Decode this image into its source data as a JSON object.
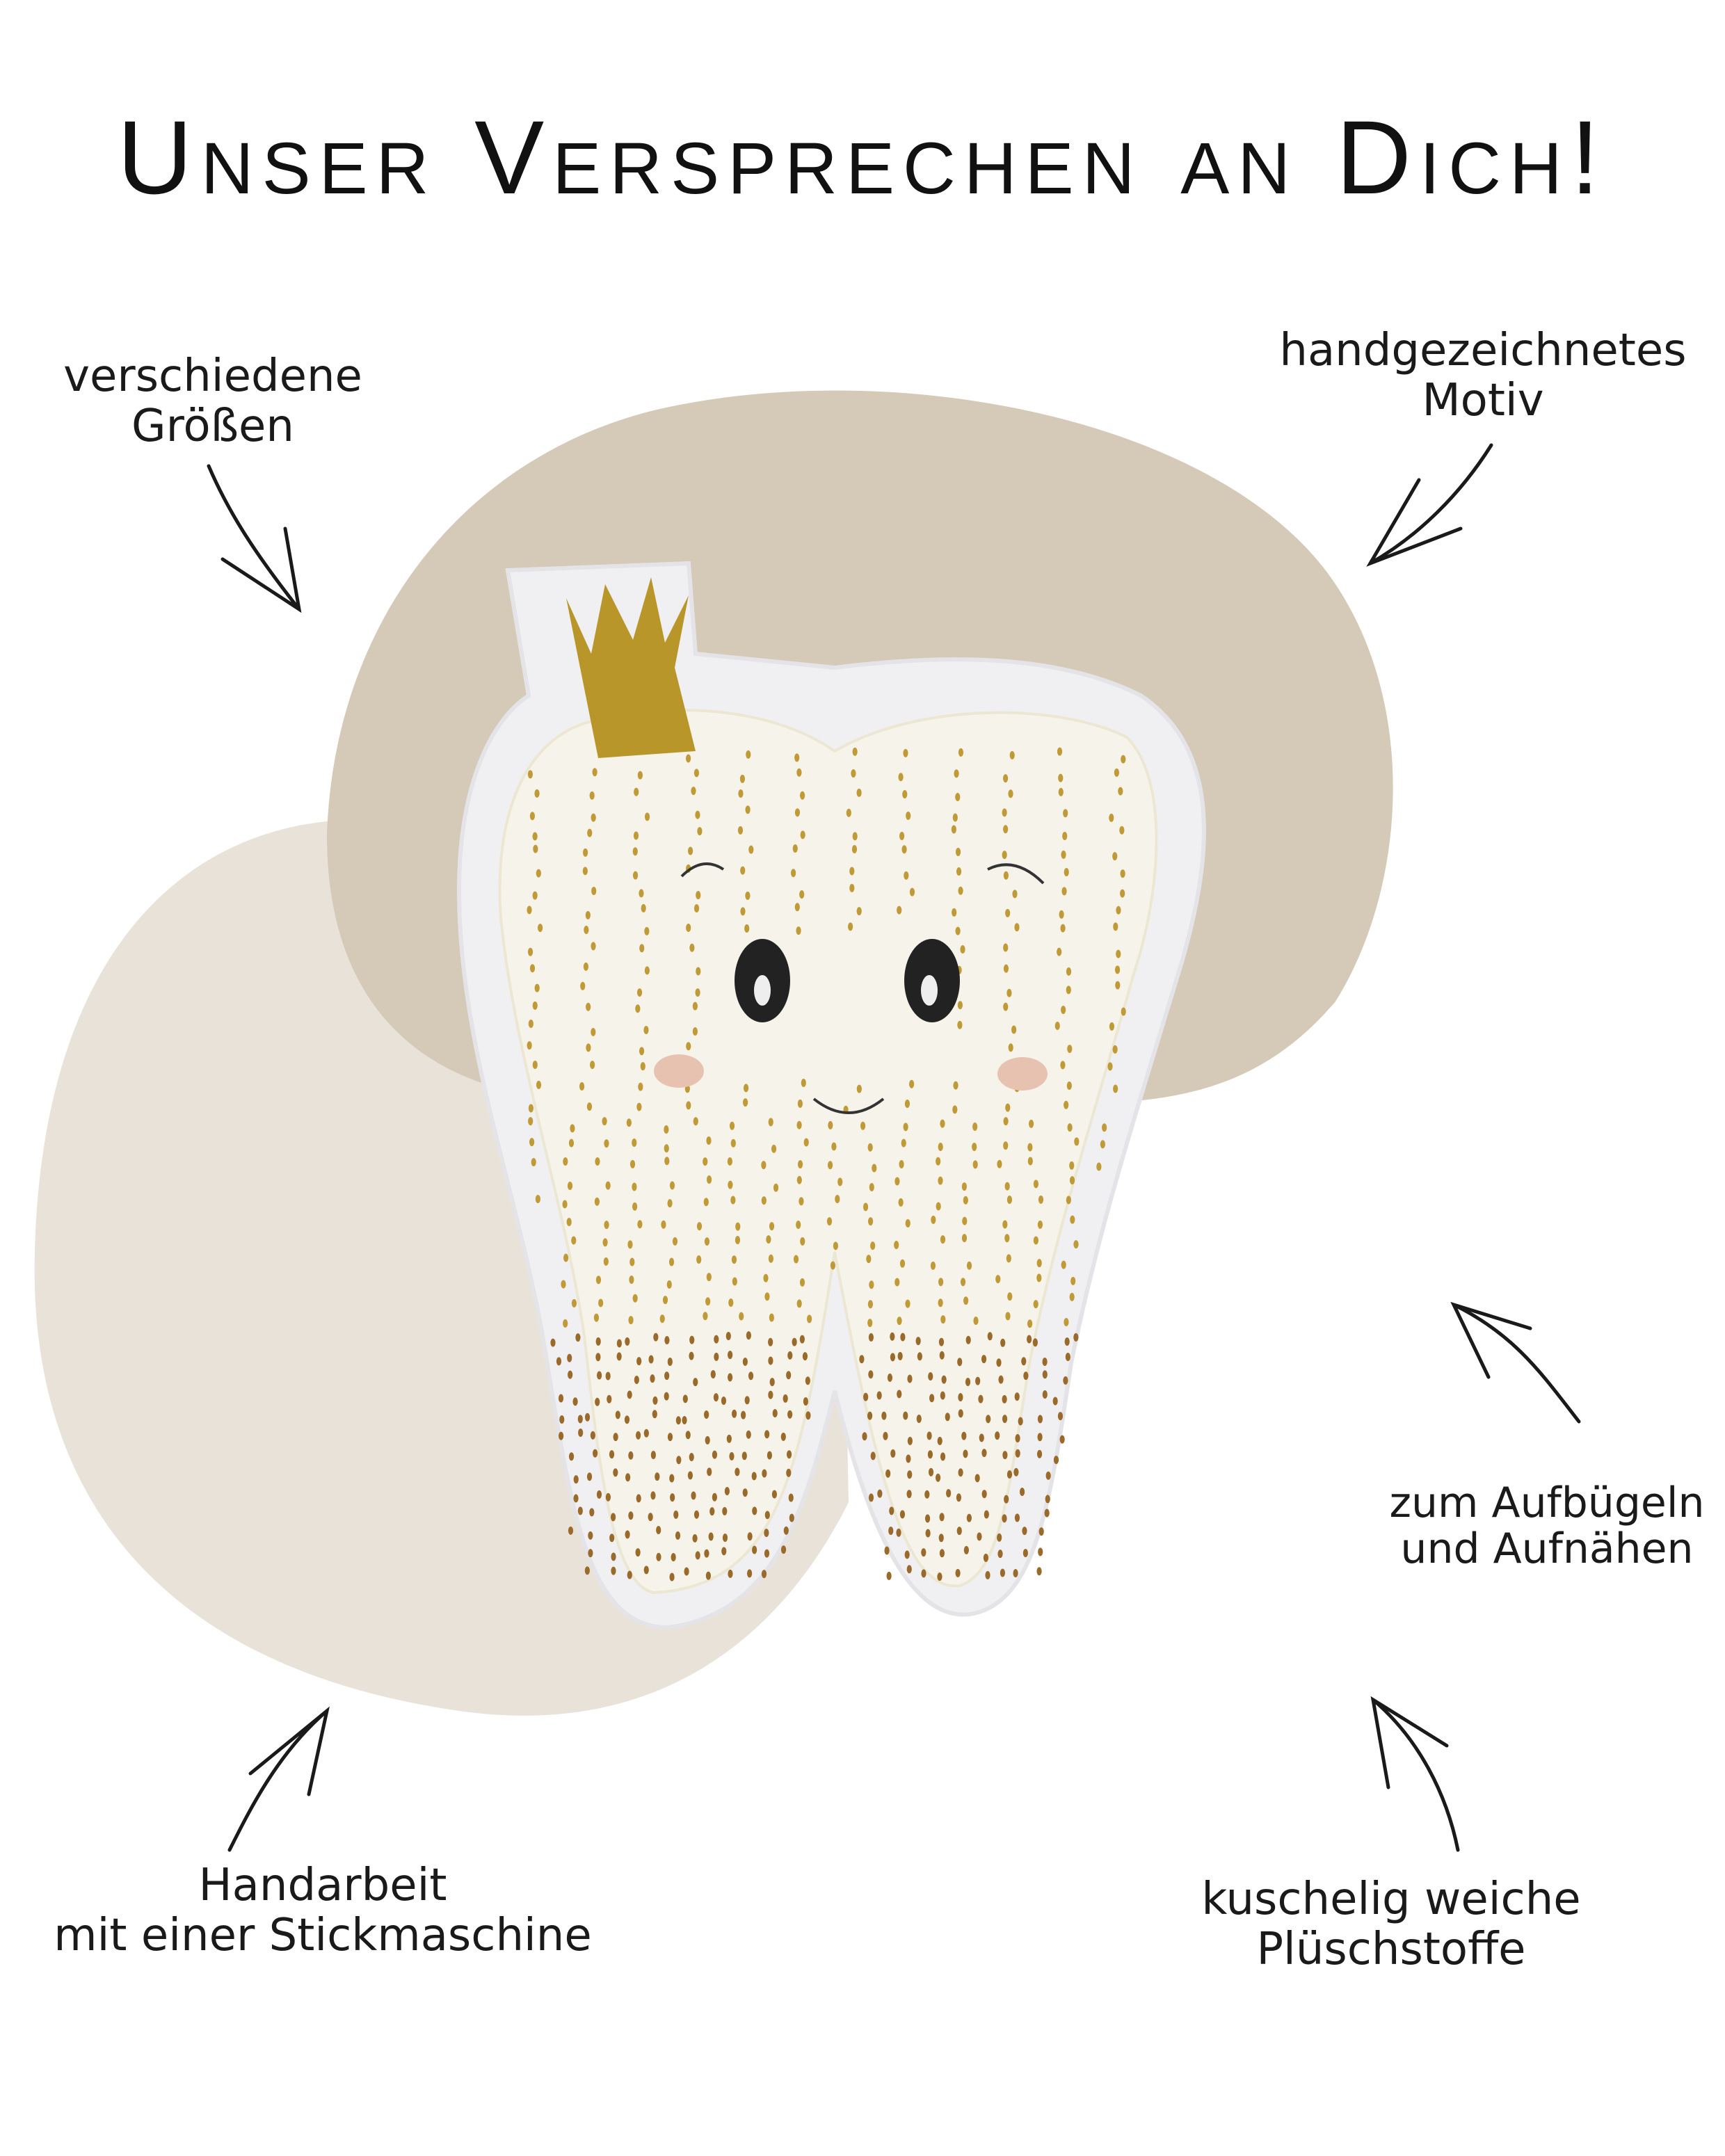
{
  "title": "Unser Versprechen an Dich!",
  "features": {
    "sizes": {
      "line1": "verschiedene",
      "line2": "Größen"
    },
    "motif": {
      "line1": "handgezeichnetes",
      "line2": "Motiv"
    },
    "attach": {
      "line1": "zum Aufbügeln",
      "line2": "und Aufnähen"
    },
    "handmade": {
      "line1": "Handarbeit",
      "line2": "mit einer Stickmaschine"
    },
    "plush": {
      "line1": "kuschelig weiche",
      "line2": "Plüschstoffe"
    }
  },
  "colors": {
    "blob_dark": "#d5c9b8",
    "blob_light": "#e9e2d8",
    "felt": "#f1f1f3",
    "plush": "#f6f4ea",
    "gold": "#b8962a"
  }
}
